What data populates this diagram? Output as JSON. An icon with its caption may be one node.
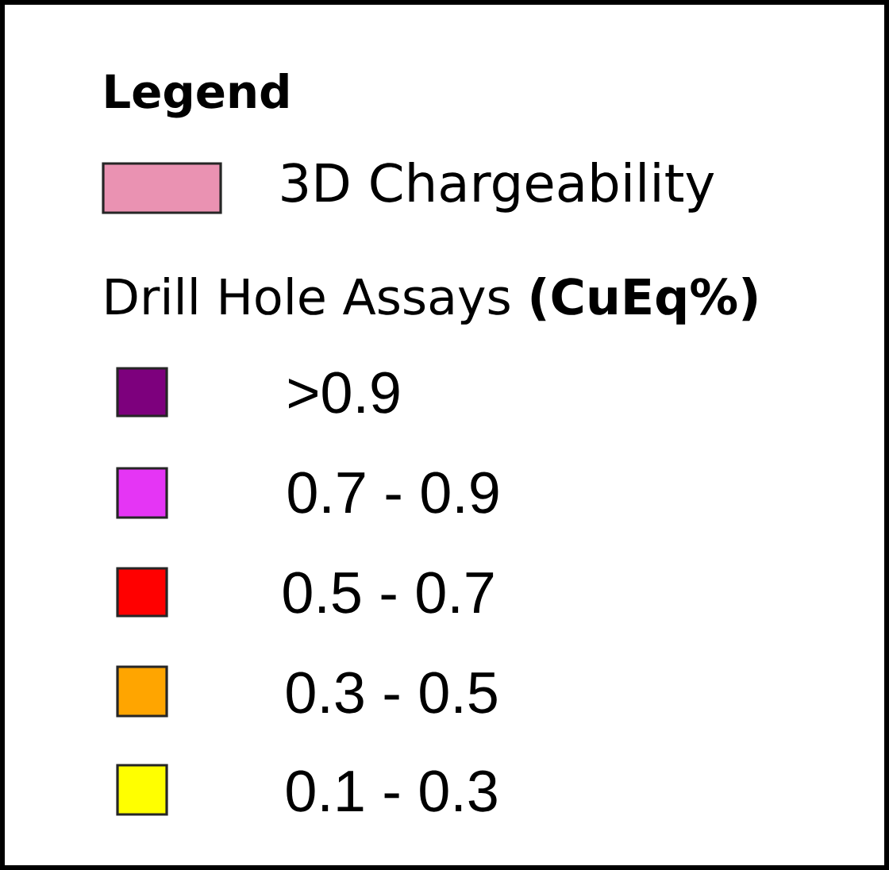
{
  "diagram": {
    "title": "Legend",
    "labels": [
      "Drill Hole Assays **(CuEq%)**"
    ],
    "legend": [
      {
        "text": "3D Chargeability",
        "color": "#ea92b2"
      },
      {
        "text": ">0.9",
        "color": "#7d007d"
      },
      {
        "text": "0.7 - 0.9",
        "color": "#e535f5"
      },
      {
        "text": "0.5 - 0.7",
        "color": "#ff0000"
      },
      {
        "text": "0.3 - 0.5",
        "color": "#ffa500"
      },
      {
        "text": "0.1 - 0.3",
        "color": "#ffff00"
      }
    ]
  }
}
